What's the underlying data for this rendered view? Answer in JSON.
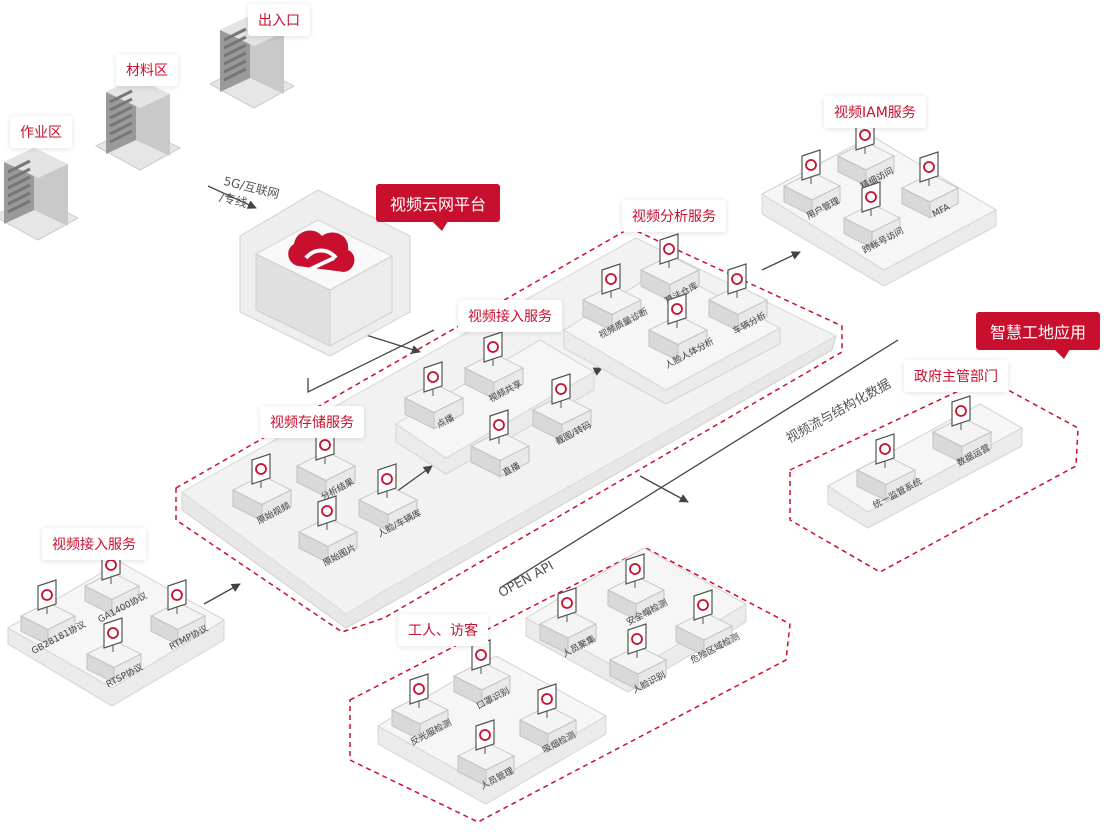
{
  "sites": {
    "entrance": "出入口",
    "material": "材料区",
    "work": "作业区"
  },
  "network_label": {
    "l1": "5G/互联网",
    "l2": "/专线"
  },
  "platform": {
    "title": "视频云网平台"
  },
  "analysis": {
    "title": "视频分析服务",
    "items": [
      "视频质量诊断",
      "算法仓库",
      "人脸人体分析",
      "车辆分析"
    ]
  },
  "iam": {
    "title": "视频IAM服务",
    "items": [
      "用户管理",
      "精细访问",
      "跨帐号访问",
      "MFA"
    ]
  },
  "access_service": {
    "title": "视频接入服务",
    "items": [
      "视频共享",
      "点播",
      "截图/转码",
      "直播"
    ]
  },
  "storage": {
    "title": "视频存储服务",
    "items": [
      "原始视频",
      "分析结果",
      "人脸/车辆库",
      "原始图片"
    ]
  },
  "access_protocols": {
    "title": "视频接入服务",
    "items": [
      "GA1400协议",
      "GB28181协议",
      "RTMP协议",
      "RTSP协议"
    ]
  },
  "smart_site": {
    "title": "智慧工地应用"
  },
  "government": {
    "title": "政府主管部门",
    "items": [
      "统一监管系统",
      "数据运营"
    ]
  },
  "workers": {
    "title": "工人、访客",
    "group1": [
      "人员聚集",
      "安全帽检测",
      "危险区域检测",
      "人脸识别"
    ],
    "group2": [
      "反光服检测",
      "口罩识别",
      "吸烟检测",
      "人员管理"
    ]
  },
  "arrows": {
    "structured_data": "视频流与结构化数据",
    "open_api": "OPEN API"
  },
  "colors": {
    "accent": "#c8102e",
    "box_top": "#f4f4f4",
    "box_left": "#d9d9d9",
    "box_right": "#e8e8e8"
  }
}
